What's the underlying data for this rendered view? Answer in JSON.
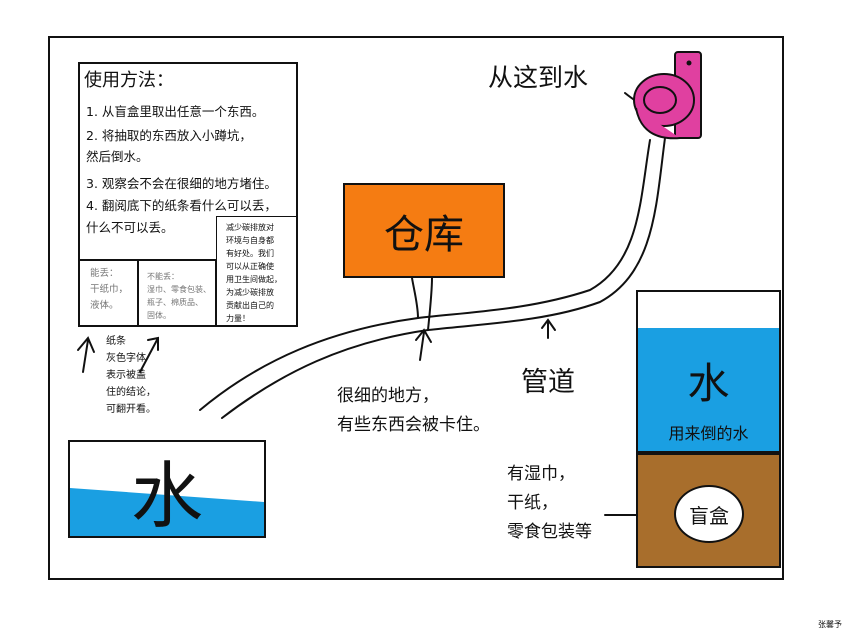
{
  "instructions": {
    "title": "使用方法：",
    "steps": [
      "1. 从盲盒里取出任意一个东西。",
      "2. 将抽取的东西放入小蹲坑，",
      "然后倒水。",
      "3. 观察会不会在很细的地方堵住。",
      "4. 翻阅底下的纸条看什么可以丢，",
      "什么不可以丢。"
    ],
    "can_throw": {
      "title": "能丢：",
      "lines": [
        "干纸巾，",
        "液体。"
      ]
    },
    "cannot_throw": {
      "title": "不能丢：",
      "lines": [
        "湿巾、零食包装、",
        "瓶子、棉质品、",
        "固体。"
      ]
    },
    "tip": [
      "减少碳排放对",
      "环境与自身都",
      "有好处。我们",
      "可以从正确使",
      "用卫生间做起，",
      "为减少碳排放",
      "贡献出自己的",
      "力量！"
    ]
  },
  "note": [
    "纸条",
    "灰色字体",
    "表示被盖",
    "住的结论，",
    "可翻开看。"
  ],
  "labels": {
    "water_source": "从这到水",
    "warehouse": "仓库",
    "pipe": "管道",
    "narrow": [
      "很细的地方，",
      "有些东西会被卡住。"
    ],
    "water_left": "水",
    "tank_title": "水",
    "tank_subtitle": "用来倒的水",
    "blind_box_items": [
      "有湿巾，",
      "干纸，",
      "零食包装等"
    ],
    "blind_box": "盲盒",
    "signature": "张馨予"
  },
  "colors": {
    "warehouse": "#f57c12",
    "water": "#1a9fe2",
    "blind_box": "#a86e2c",
    "faucet": "#e040a0"
  },
  "icons": [
    "faucet-icon",
    "arrow-icon"
  ]
}
